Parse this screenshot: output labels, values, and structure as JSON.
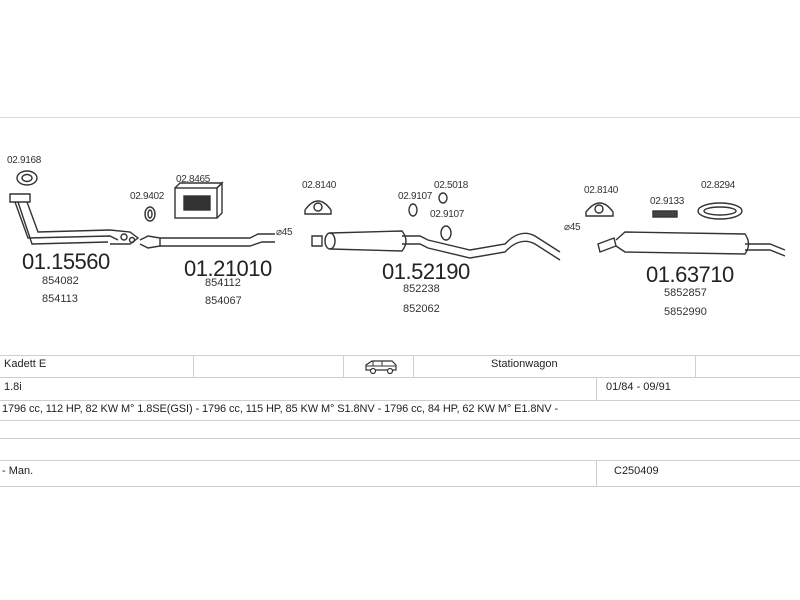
{
  "parts": {
    "p1": {
      "code": "01.15560",
      "refs": [
        "854082",
        "854113"
      ],
      "clamp": "02.9168"
    },
    "p2": {
      "code": "01.21010",
      "refs": [
        "854112",
        "854067"
      ],
      "gasket": "02.9402",
      "kit": "02.8465"
    },
    "p3": {
      "code": "01.52190",
      "refs": [
        "852238",
        "852062"
      ],
      "hanger": "02.8140",
      "ring1": "02.9107",
      "ring2": "02.9107",
      "ring3": "02.5018"
    },
    "p4": {
      "code": "01.63710",
      "refs": [
        "5852857",
        "5852990"
      ],
      "hanger": "02.8140",
      "ring": "02.9133",
      "strap": "02.8294"
    },
    "dia1": "⌀45",
    "dia2": "⌀45"
  },
  "table": {
    "row1": {
      "model": "Kadett E",
      "body": "Stationwagon"
    },
    "row2": {
      "engine": "1.8i",
      "period": "01/84 - 09/91"
    },
    "row3": {
      "specs": "1796 cc, 112 HP, 82 KW M° 1.8SE(GSI) - 1796 cc, 115 HP, 85 KW M° S1.8NV - 1796 cc, 84 HP, 62 KW M° E1.8NV -"
    },
    "row5": {
      "transmission": "- Man.",
      "ref": "C250409"
    }
  }
}
